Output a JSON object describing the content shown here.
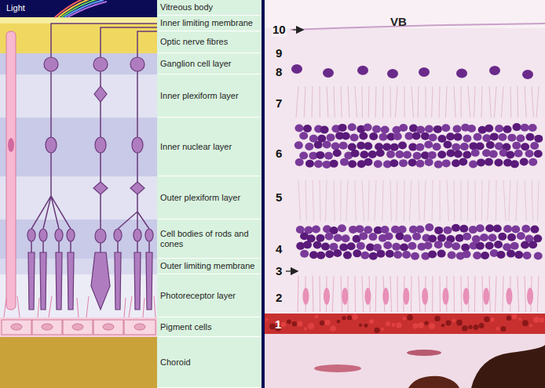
{
  "diagram": {
    "nodes": [
      {
        "text": [
          "Vitreous body"
        ]
      },
      {
        "text": [
          "Inner limiting membrane"
        ]
      },
      {
        "text": [
          "Optic nerve fibres"
        ]
      },
      {
        "text": [
          "Ganglion cell layer"
        ]
      },
      {
        "text": [
          "Inner plexiform layer"
        ]
      },
      {
        "text": [
          "Inner nuclear layer"
        ]
      },
      {
        "text": [
          "Outer plexiform layer"
        ]
      },
      {
        "text": [
          "Cell bodies of rods and cones"
        ]
      },
      {
        "text": [
          "Outer limiting membrane"
        ]
      },
      {
        "text": [
          "Photoreceptor layer"
        ]
      },
      {
        "text": [
          "Pigment cells"
        ]
      },
      {
        "text": [
          "Choroid"
        ]
      }
    ],
    "labels": [
      "Light",
      "VB",
      "10",
      "9",
      "8",
      "7",
      "6",
      "5",
      "4",
      "3",
      "2",
      "1"
    ]
  }
}
